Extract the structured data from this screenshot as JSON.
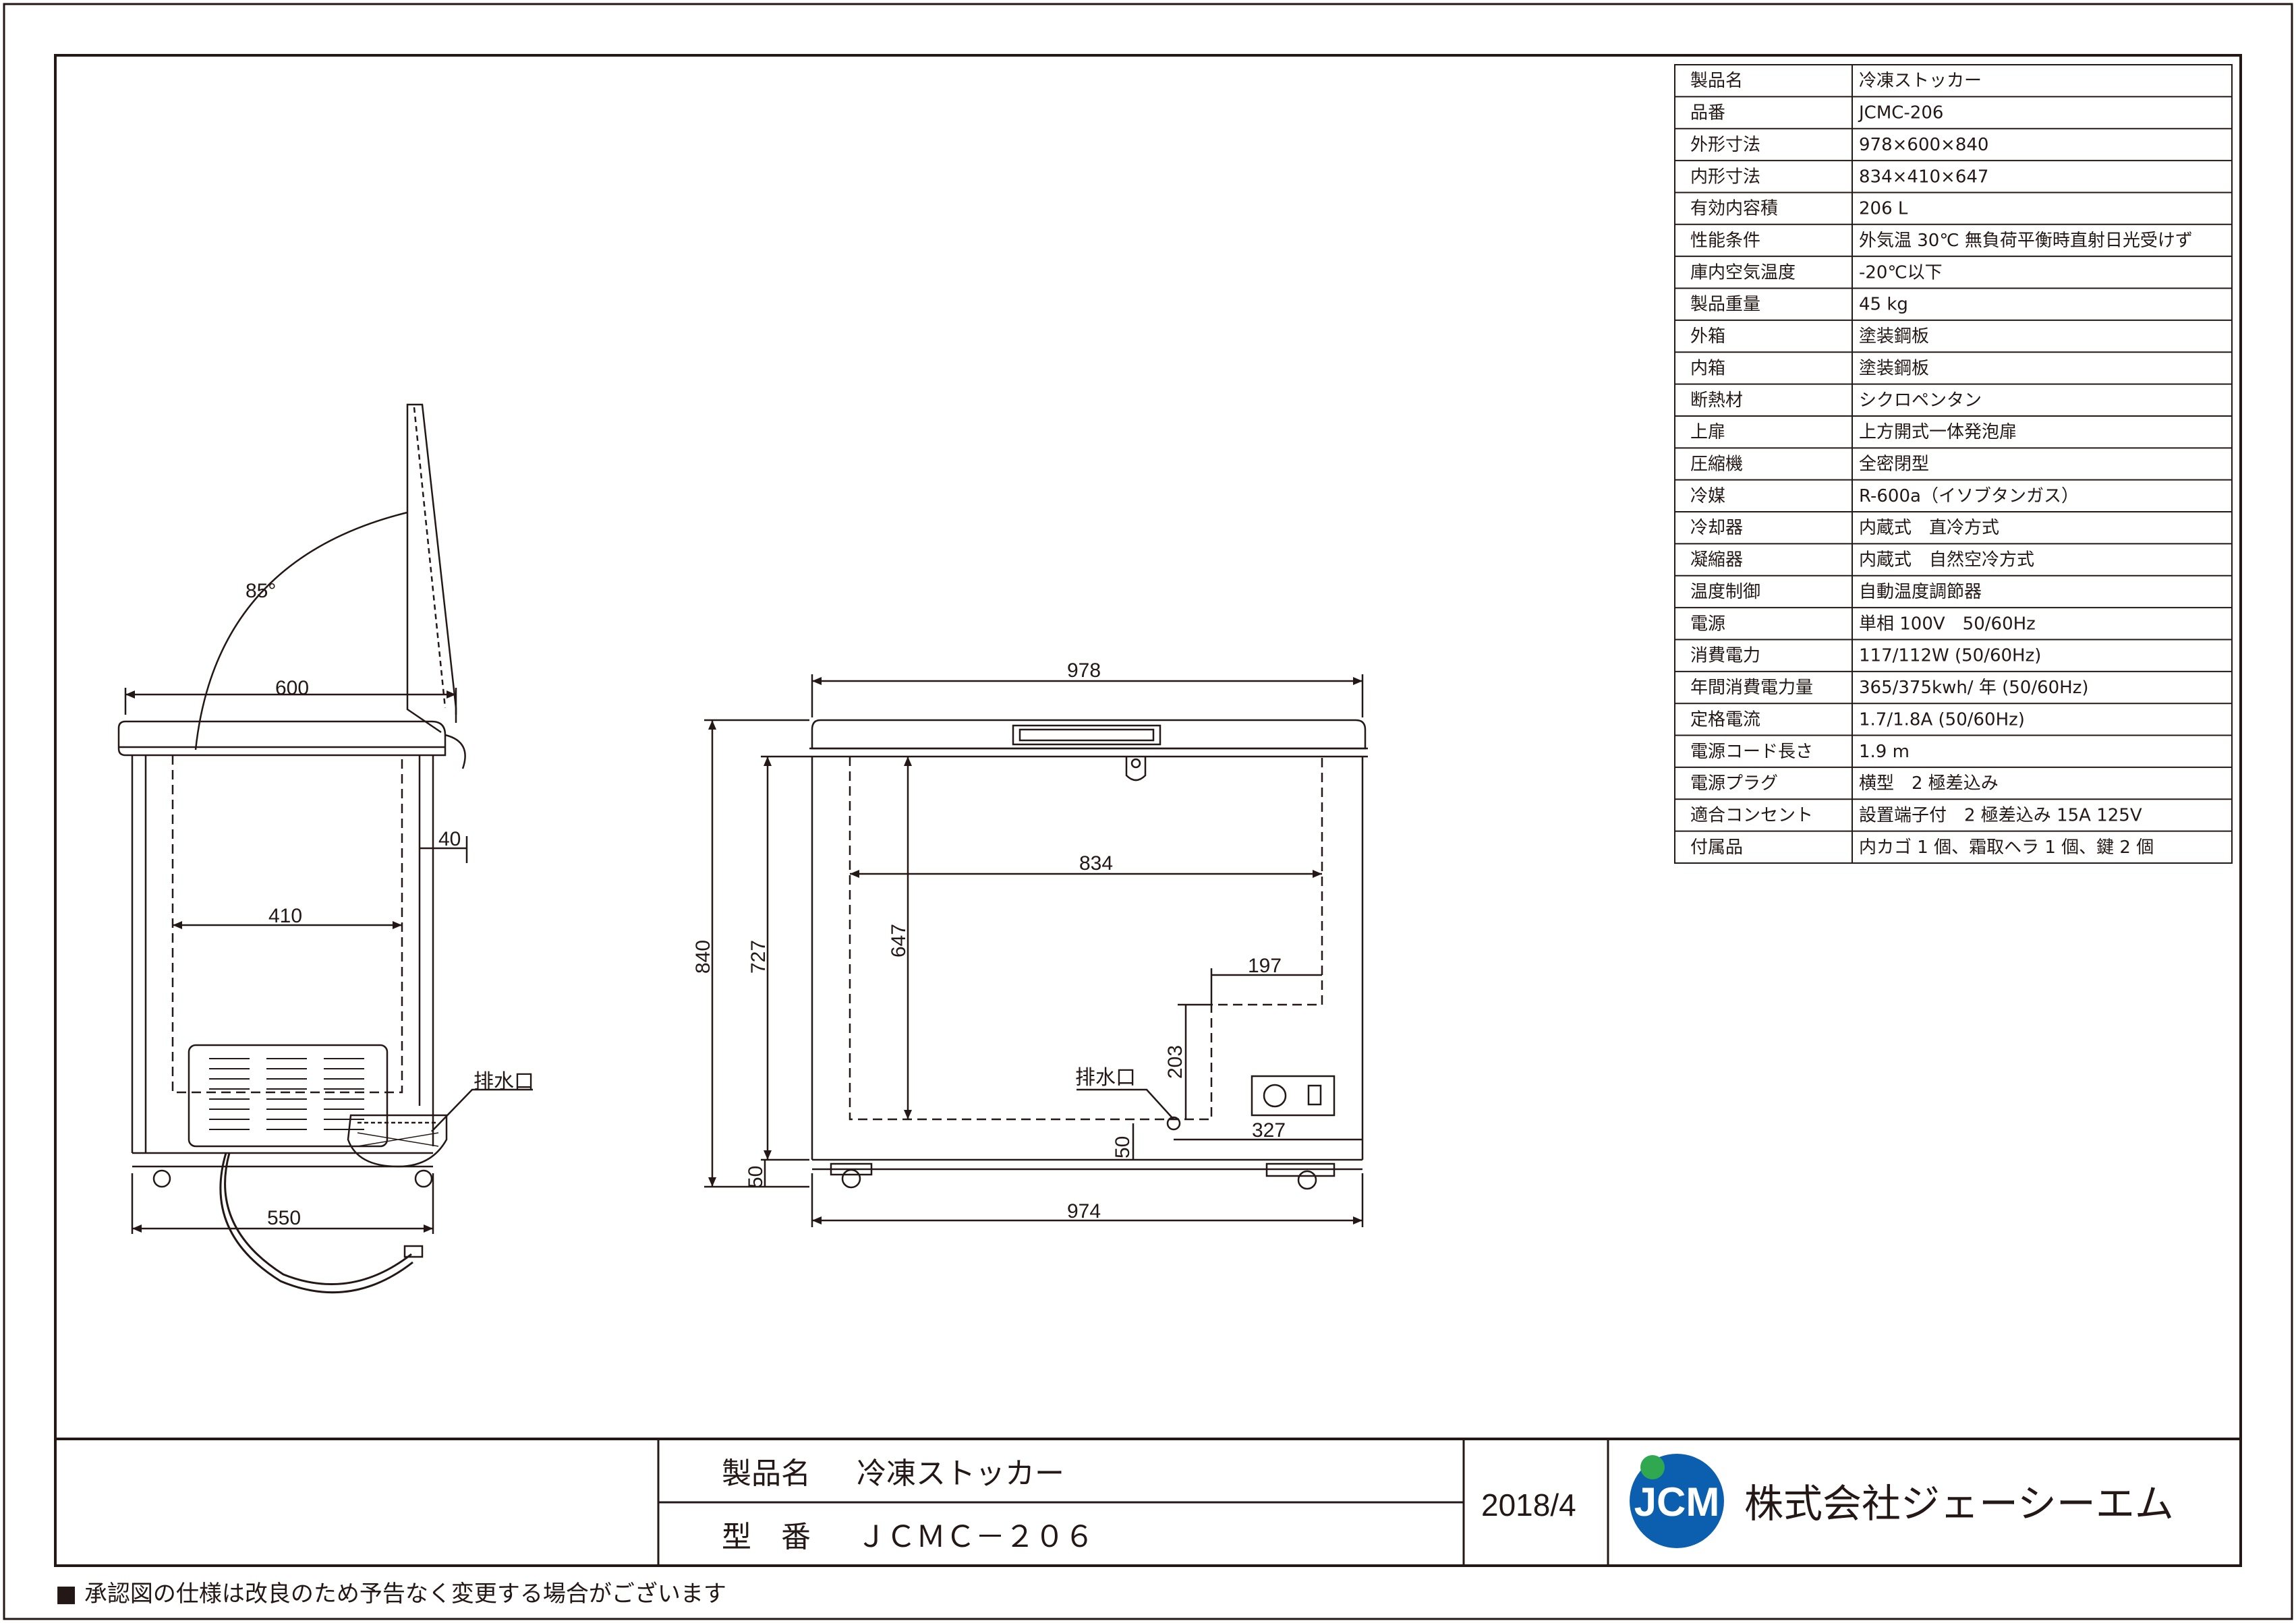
{
  "spec_table": [
    {
      "label": "製品名",
      "value": "冷凍ストッカー"
    },
    {
      "label": "品番",
      "value": "JCMC-206"
    },
    {
      "label": "外形寸法",
      "value": "978×600×840"
    },
    {
      "label": "内形寸法",
      "value": "834×410×647"
    },
    {
      "label": "有効内容積",
      "value": "206 L"
    },
    {
      "label": "性能条件",
      "value": "外気温 30℃ 無負荷平衡時直射日光受けず"
    },
    {
      "label": "庫内空気温度",
      "value": "-20℃以下"
    },
    {
      "label": "製品重量",
      "value": "45 kg"
    },
    {
      "label": "外箱",
      "value": "塗装鋼板"
    },
    {
      "label": "内箱",
      "value": "塗装鋼板"
    },
    {
      "label": "断熱材",
      "value": "シクロペンタン"
    },
    {
      "label": "上扉",
      "value": "上方開式一体発泡扉"
    },
    {
      "label": "圧縮機",
      "value": "全密閉型"
    },
    {
      "label": "冷媒",
      "value": "R-600a（イソブタンガス）"
    },
    {
      "label": "冷却器",
      "value": "内蔵式　直冷方式"
    },
    {
      "label": "凝縮器",
      "value": "内蔵式　自然空冷方式"
    },
    {
      "label": "温度制御",
      "value": "自動温度調節器"
    },
    {
      "label": "電源",
      "value": "単相 100V　50/60Hz"
    },
    {
      "label": "消費電力",
      "value": "117/112W (50/60Hz)"
    },
    {
      "label": "年間消費電力量",
      "value": "365/375kwh/ 年 (50/60Hz)"
    },
    {
      "label": "定格電流",
      "value": "1.7/1.8A (50/60Hz)"
    },
    {
      "label": "電源コード長さ",
      "value": "1.9 m"
    },
    {
      "label": "電源プラグ",
      "value": "横型　2 極差込み"
    },
    {
      "label": "適合コンセント",
      "value": "設置端子付　2 極差込み 15A 125V"
    },
    {
      "label": "付属品",
      "value": "内カゴ 1 個、霜取ヘラ 1 個、鍵 2 個"
    }
  ],
  "side_view": {
    "angle": "85°",
    "depth": "600",
    "gap": "40",
    "inner_depth": "410",
    "base_depth": "550",
    "drain_label": "排水口"
  },
  "front_view": {
    "width": "978",
    "height": "840",
    "body_height": "727",
    "inner_width": "834",
    "inner_height": "647",
    "step_width": "197",
    "step_height": "203",
    "drain_label": "排水口",
    "drain_height": "50",
    "drain_offset": "327",
    "base_height": "50",
    "base_width": "974"
  },
  "title_block": {
    "name_label": "製品名",
    "name_value": "冷凍ストッカー",
    "model_label": "型　番",
    "model_value": "ＪＣＭＣ－２０６",
    "date": "2018/4",
    "logo_text": "JCM",
    "company": "株式会社ジェーシーエム"
  },
  "footer_note": "■ 承認図の仕様は改良のため予告なく変更する場合がございます",
  "colors": {
    "line": "#231815",
    "logo_green": "#2fa84f",
    "logo_blue": "#0b5fae"
  }
}
